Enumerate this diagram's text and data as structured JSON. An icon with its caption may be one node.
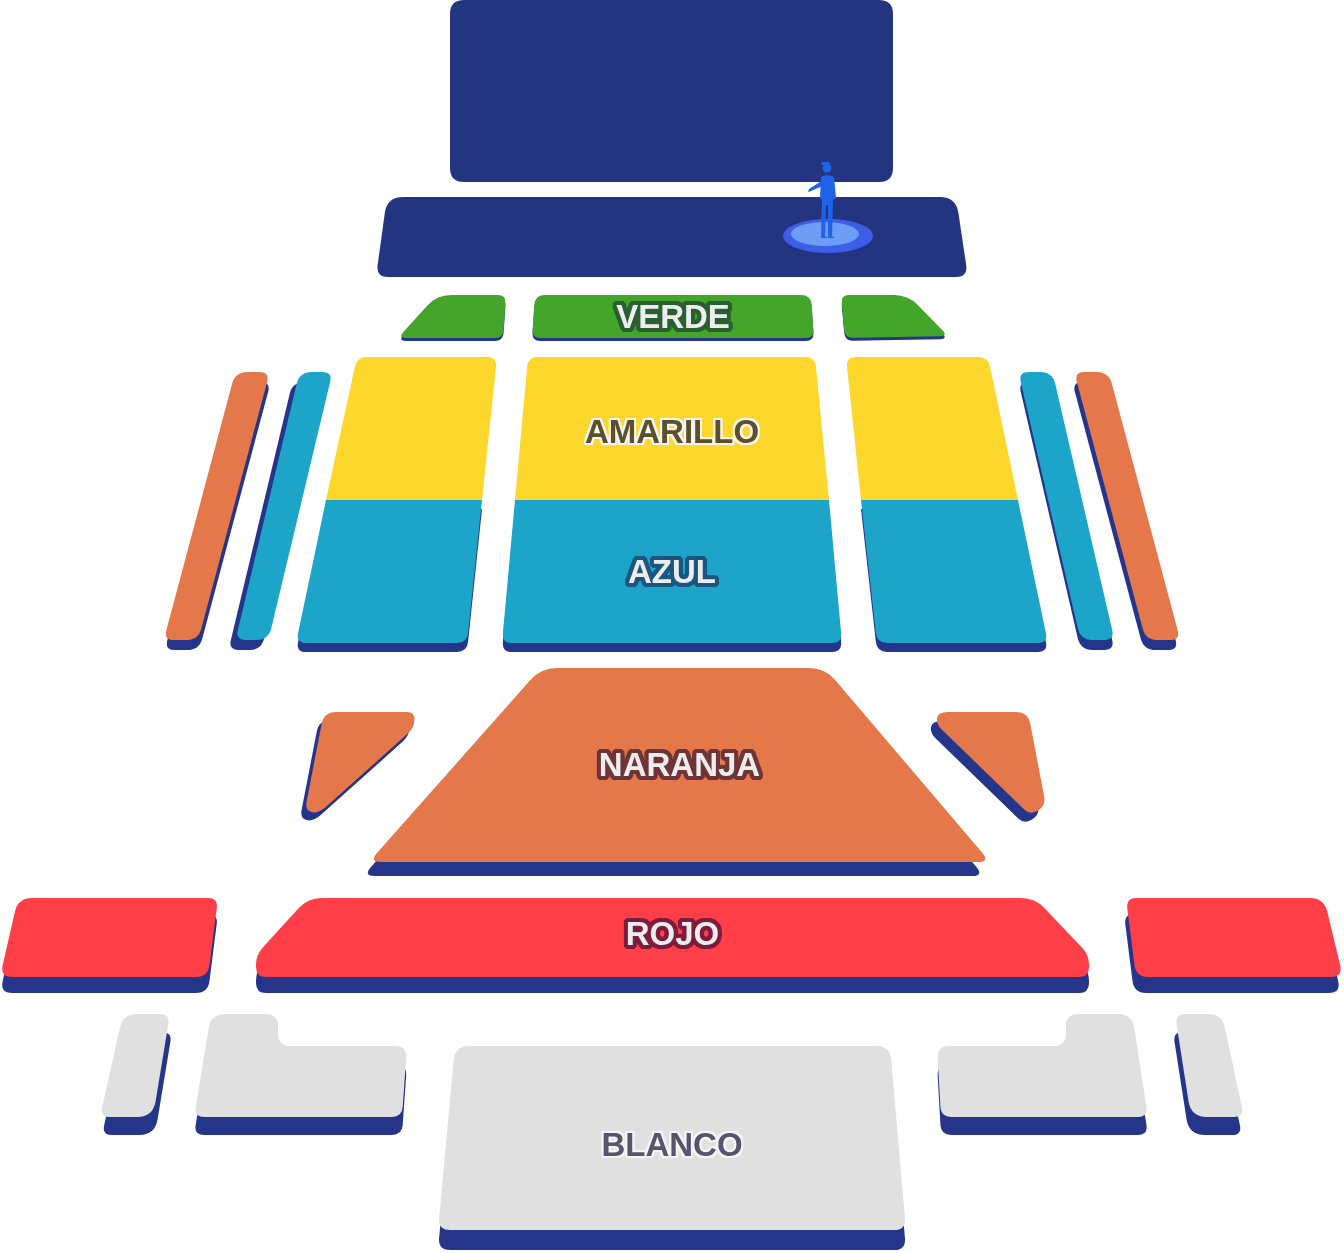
{
  "diagram": {
    "nodes": [
      {
        "text": [],
        "shape": "box"
      },
      {
        "text": [],
        "shape": "trapezoid"
      },
      {
        "text": [],
        "shape": "trapezoid"
      },
      {
        "text": [
          "VERDE"
        ]
      },
      {
        "text": [],
        "shape": "trapezoid"
      },
      {
        "text": [],
        "shape": "bar"
      },
      {
        "text": [],
        "shape": "bar"
      },
      {
        "text": [],
        "shape": "trapezoid"
      },
      {
        "text": [
          "AMARILLO"
        ]
      },
      {
        "text": [],
        "shape": "trapezoid"
      },
      {
        "text": [],
        "shape": "bar"
      },
      {
        "text": [],
        "shape": "bar"
      },
      {
        "text": [],
        "shape": "trapezoid"
      },
      {
        "text": [
          "AZUL"
        ]
      },
      {
        "text": [],
        "shape": "trapezoid"
      },
      {
        "text": [],
        "shape": "triangle"
      },
      {
        "text": [
          "NARANJA"
        ]
      },
      {
        "text": [],
        "shape": "triangle"
      },
      {
        "text": [],
        "shape": "trapezoid"
      },
      {
        "text": [
          "ROJO"
        ]
      },
      {
        "text": [],
        "shape": "trapezoid"
      },
      {
        "text": [],
        "shape": "trapezoid"
      },
      {
        "text": [],
        "shape": "polygon"
      },
      {
        "text": [
          "BLANCO"
        ]
      },
      {
        "text": [],
        "shape": "polygon"
      },
      {
        "text": [],
        "shape": "trapezoid"
      }
    ]
  }
}
